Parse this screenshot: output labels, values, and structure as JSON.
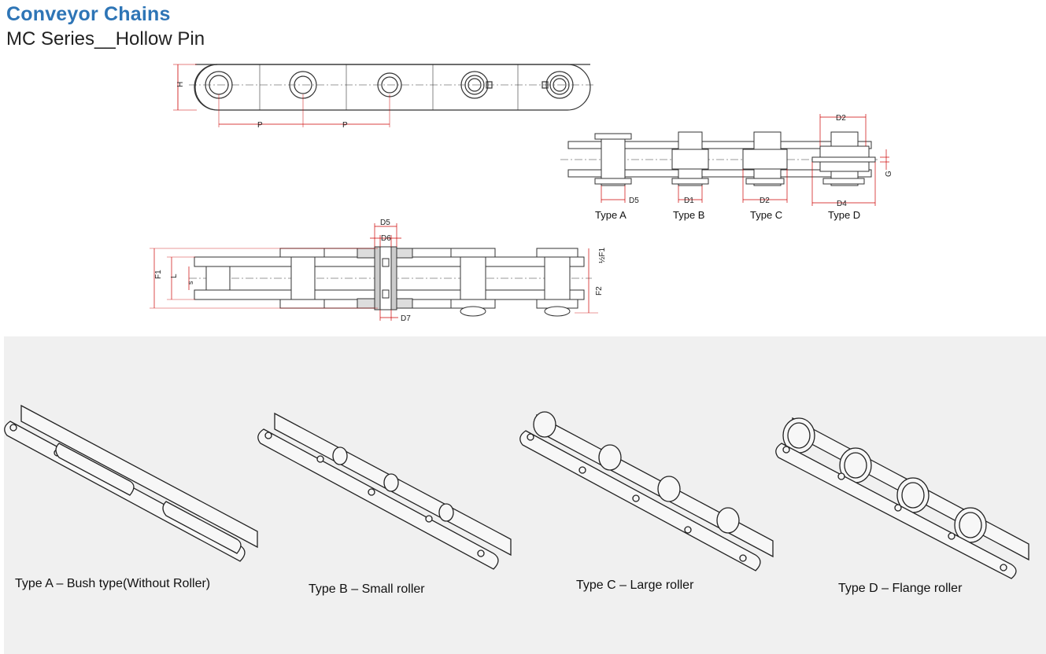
{
  "header": {
    "title": "Conveyor Chains",
    "subtitle": "MC Series__Hollow Pin"
  },
  "diagram_labels": {
    "height": "H",
    "pitch": "P",
    "d1": "D1",
    "d2": "D2",
    "d4": "D4",
    "d5": "D5",
    "d6": "D6",
    "d7": "D7",
    "g": "G",
    "l": "L",
    "s": "s",
    "f1": "F1",
    "f1_half": "½F1",
    "f2": "F2"
  },
  "roller_types": [
    {
      "label": "Type A"
    },
    {
      "label": "Type B"
    },
    {
      "label": "Type C"
    },
    {
      "label": "Type D"
    }
  ],
  "gallery": [
    {
      "caption": "Type A – Bush type(Without Roller)"
    },
    {
      "caption": "Type B – Small roller"
    },
    {
      "caption": "Type C – Large roller"
    },
    {
      "caption": "Type D – Flange roller"
    }
  ],
  "colors": {
    "title": "#2e75b6",
    "dimension": "#cc0000",
    "outline": "#333333",
    "gallery_bg": "#f0f0f0"
  }
}
